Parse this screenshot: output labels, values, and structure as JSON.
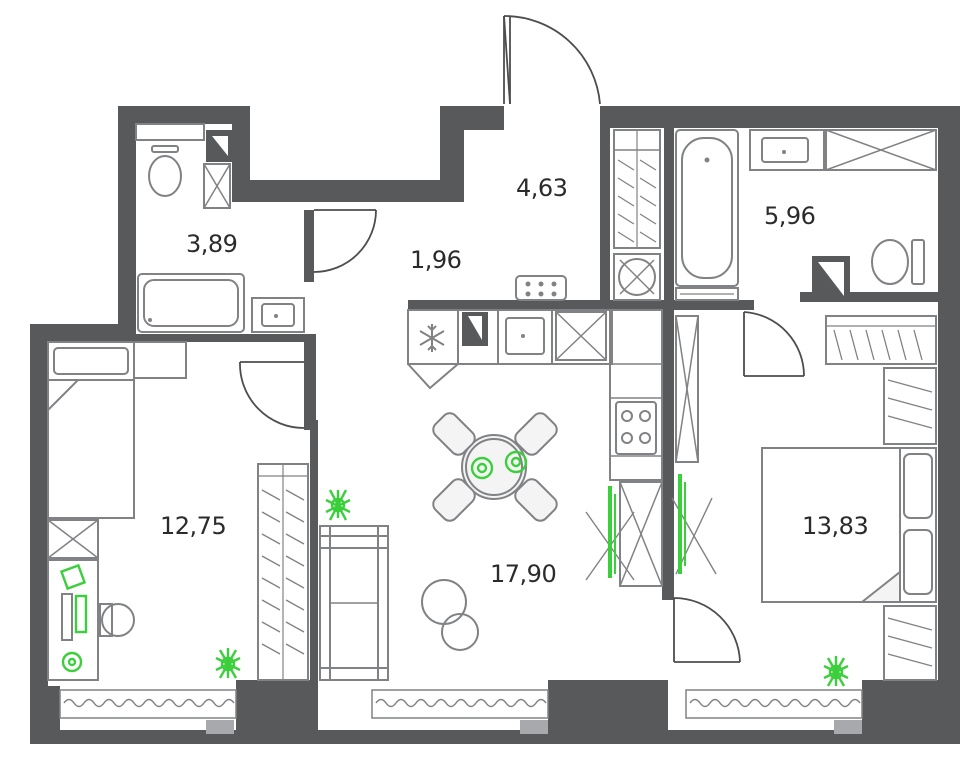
{
  "floor_plan": {
    "rooms": [
      {
        "id": "bathroom-small",
        "area": "3,89"
      },
      {
        "id": "corridor",
        "area": "1,96"
      },
      {
        "id": "hallway",
        "area": "4,63"
      },
      {
        "id": "bathroom-large",
        "area": "5,96"
      },
      {
        "id": "bedroom-left",
        "area": "12,75"
      },
      {
        "id": "kitchen-living",
        "area": "17,90"
      },
      {
        "id": "bedroom-right",
        "area": "13,83"
      }
    ],
    "colors": {
      "wall": "#58595b",
      "furniture_stroke": "#808285",
      "accent_green": "#3ccf3c"
    }
  }
}
